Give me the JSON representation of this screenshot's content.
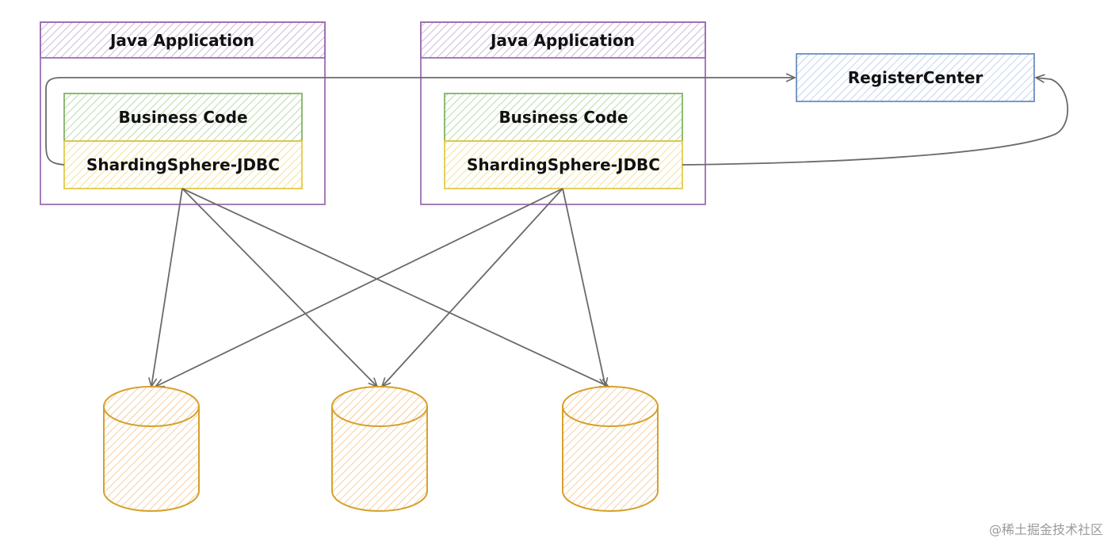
{
  "applications": [
    {
      "title": "Java Application",
      "business": "Business Code",
      "jdbc": "ShardingSphere-JDBC"
    },
    {
      "title": "Java Application",
      "business": "Business Code",
      "jdbc": "ShardingSphere-JDBC"
    }
  ],
  "register_center": "RegisterCenter",
  "databases": 3,
  "watermark": "@稀土掘金技术社区",
  "colors": {
    "app_border": "#9b6fb0",
    "business_border": "#82b366",
    "jdbc_border": "#e3c84a",
    "register_border": "#6c8ebf",
    "db_border": "#d6a12b",
    "arrow": "#6a6a6a"
  }
}
